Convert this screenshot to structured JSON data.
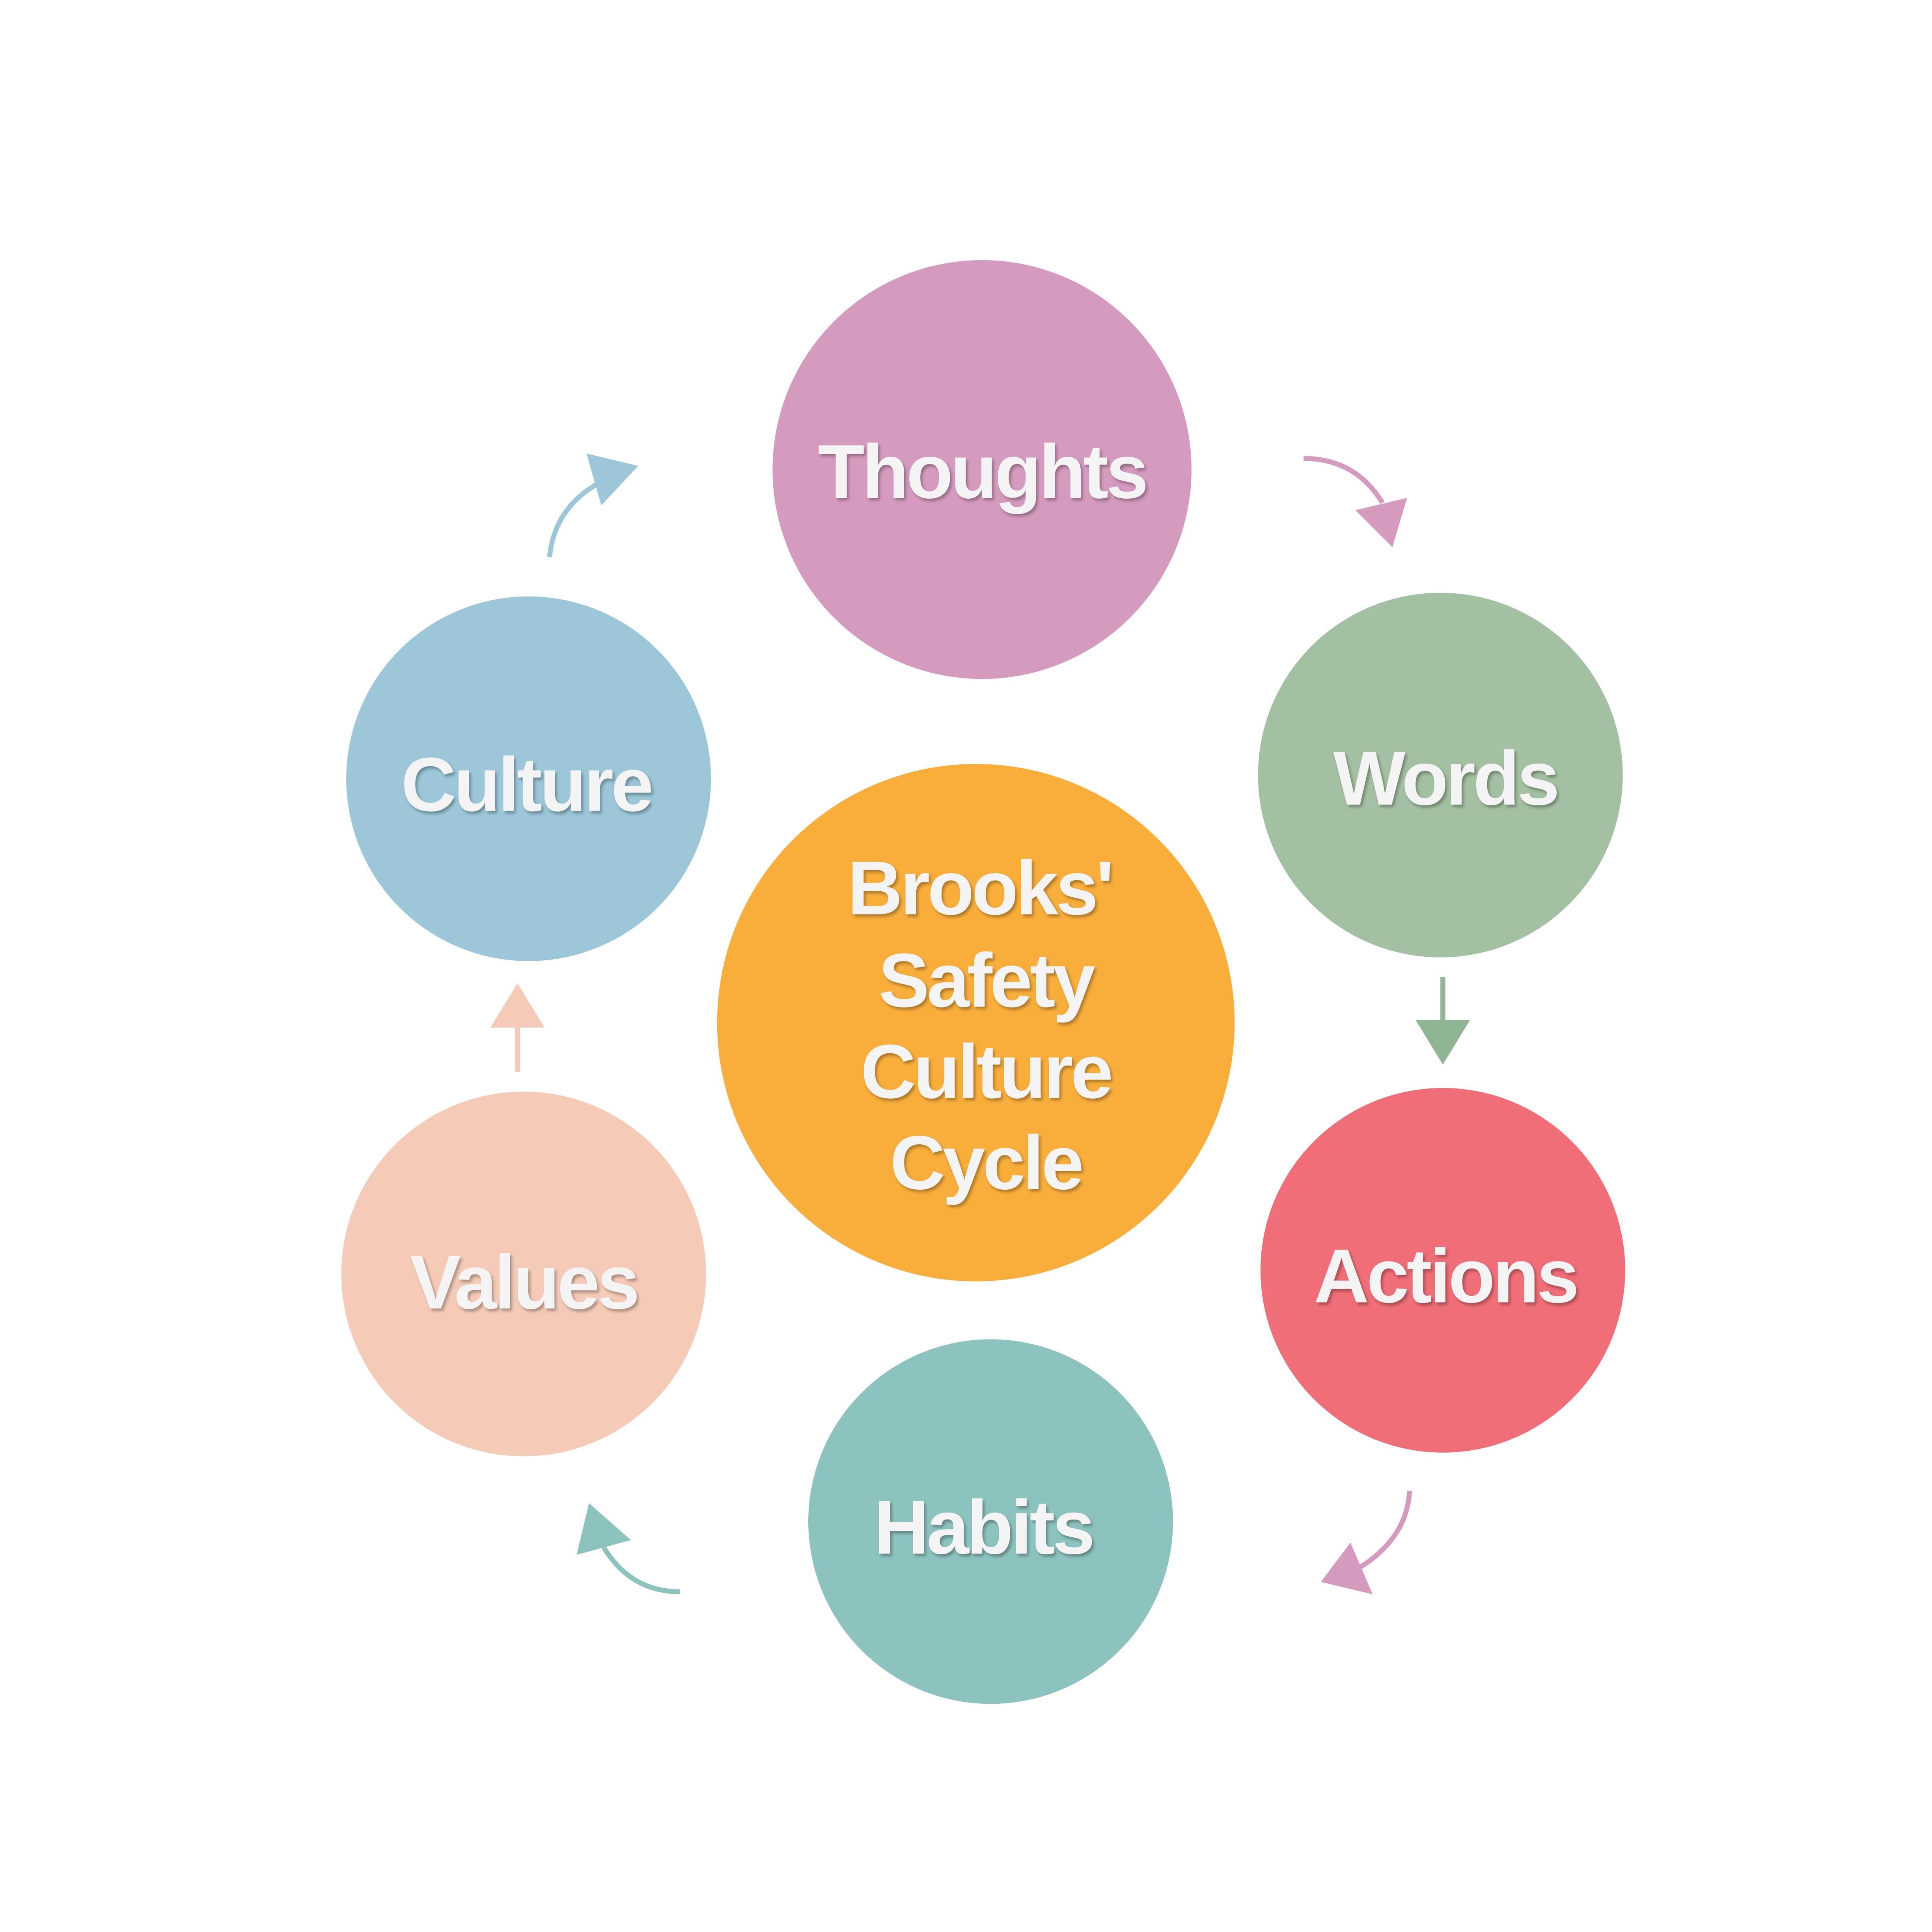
{
  "title": [
    "Brooks'",
    "Safety",
    "Culture",
    "Cycle"
  ],
  "nodes": [
    {
      "label": "Thoughts",
      "color": "#d59bbe"
    },
    {
      "label": "Words",
      "color": "#a4c0a2"
    },
    {
      "label": "Actions",
      "color": "#f06e77"
    },
    {
      "label": "Habits",
      "color": "#8dc3be"
    },
    {
      "label": "Values",
      "color": "#f5cbb7"
    },
    {
      "label": "Culture",
      "color": "#9bc7d8"
    }
  ],
  "center_color": "#f9ae3b",
  "arrow_colors": [
    "#d59bbe",
    "#8fb592",
    "#d59bbe",
    "#8dc3be",
    "#f5cbb7",
    "#9bc7d8"
  ]
}
